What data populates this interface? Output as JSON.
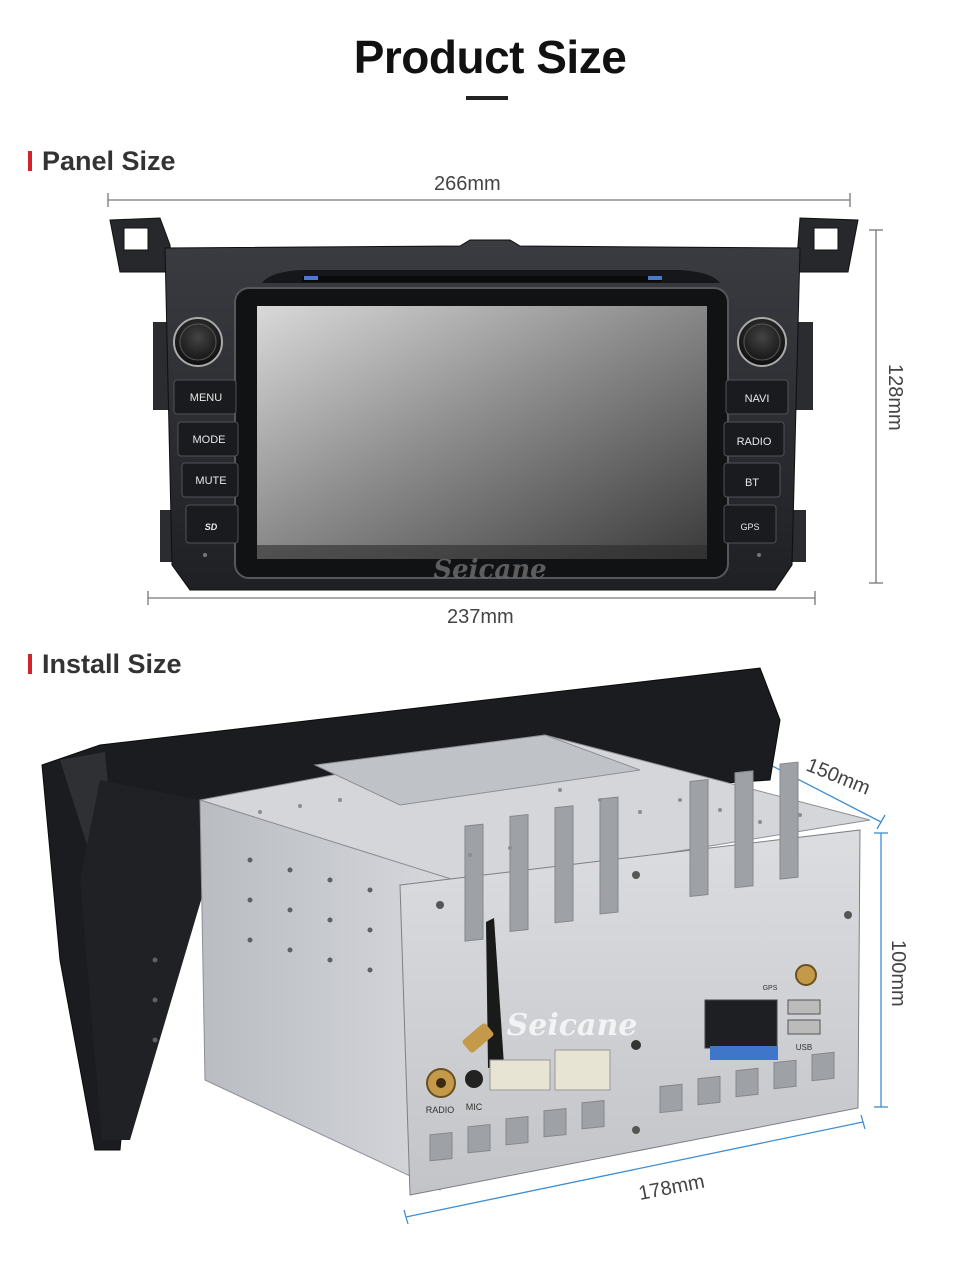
{
  "header": {
    "title": "Product Size"
  },
  "panel_section": {
    "heading": "Panel Size",
    "width_label": "266mm",
    "height_label": "128mm",
    "bottom_label": "237mm",
    "buttons_left": [
      "MENU",
      "MODE",
      "MUTE"
    ],
    "buttons_right": [
      "NAVI",
      "RADIO",
      "BT"
    ],
    "sd_label": "SD",
    "gps_label": "GPS",
    "brand": "Seicane"
  },
  "install_section": {
    "heading": "Install Size",
    "depth_label": "150mm",
    "height_label": "100mm",
    "width_label": "178mm",
    "brand": "Seicane",
    "radio_label": "RADIO",
    "mic_label": "MIC",
    "usb_label": "USB",
    "gps_label": "GPS"
  },
  "colors": {
    "accent": "#d6222a",
    "dimension_line": "#3f8fd2",
    "panel": "#2b2d31",
    "chassis": "#c9ccd1"
  }
}
